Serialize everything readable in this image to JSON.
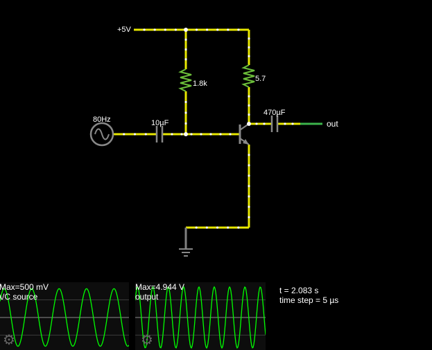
{
  "circuit": {
    "labels": {
      "supply": "+5V",
      "r_bias": "1.8k",
      "r_collector": "5.7",
      "source_freq": "80Hz",
      "c_in": "10µF",
      "c_out": "470µF",
      "output": "out"
    },
    "colors": {
      "background": "#000000",
      "wire": "#e8e800",
      "current_dots": "#ffffff",
      "ground_wire": "#808080",
      "resistor": "#6cbf3a",
      "source": "#888888",
      "out_wire": "#3cb44b"
    },
    "icons": [
      "ac-source-icon",
      "capacitor-icon",
      "resistor-icon",
      "npn-transistor-icon",
      "ground-icon"
    ]
  },
  "scopes": [
    {
      "max_label": "Max=500 mV",
      "name": "A/C source",
      "trace_color": "#00ff00",
      "amplitude_ratio": 0.85,
      "cycles": 4.7,
      "icon": "gear-icon"
    },
    {
      "max_label": "Max=4.944 V",
      "name": "output",
      "trace_color": "#00ff00",
      "amplitude_ratio": 0.9,
      "cycles": 8.5,
      "icon": "gear-icon"
    }
  ],
  "simulation": {
    "time": "t = 2.083 s",
    "time_step": "time step = 5 µs"
  }
}
